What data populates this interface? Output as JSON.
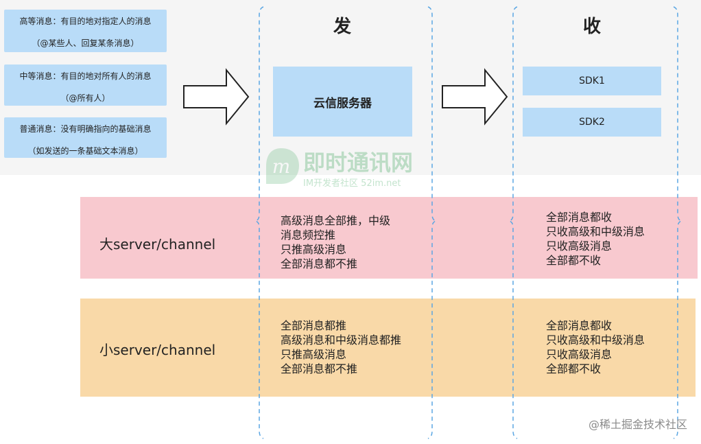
{
  "priority_boxes": [
    {
      "line1": "高等消息：有目的地对指定人的消息",
      "line2": "（@某些人、回复某条消息）"
    },
    {
      "line1": "中等消息：有目的地对所有人的消息",
      "line2": "（@所有人）"
    },
    {
      "line1": "普通消息：没有明确指向的基础消息",
      "line2": "（如发送的一条基础文本消息）"
    }
  ],
  "columns": {
    "send_title": "发",
    "receive_title": "收"
  },
  "server_label": "云信服务器",
  "sdks": [
    "SDK1",
    "SDK2"
  ],
  "bands": [
    {
      "label": "大server/channel",
      "send_lines": [
        "高级消息全部推，中级",
        "消息频控推",
        "只推高级消息",
        "全部消息都不推"
      ],
      "receive_lines": [
        "全部消息都收",
        "只收高级和中级消息",
        "只收高级消息",
        "全部都不收"
      ]
    },
    {
      "label": "小server/channel",
      "send_lines": [
        "全部消息都推",
        "高级消息和中级消息都推",
        "只推高级消息",
        "全部消息都不推"
      ],
      "receive_lines": [
        "全部消息都收",
        "只收高级和中级消息",
        "只收高级消息",
        "全部都不收"
      ]
    }
  ],
  "watermark": {
    "title": "即时通讯网",
    "subtitle": "IM开发者社区 52im.net"
  },
  "footer": "@稀土掘金技术社区"
}
